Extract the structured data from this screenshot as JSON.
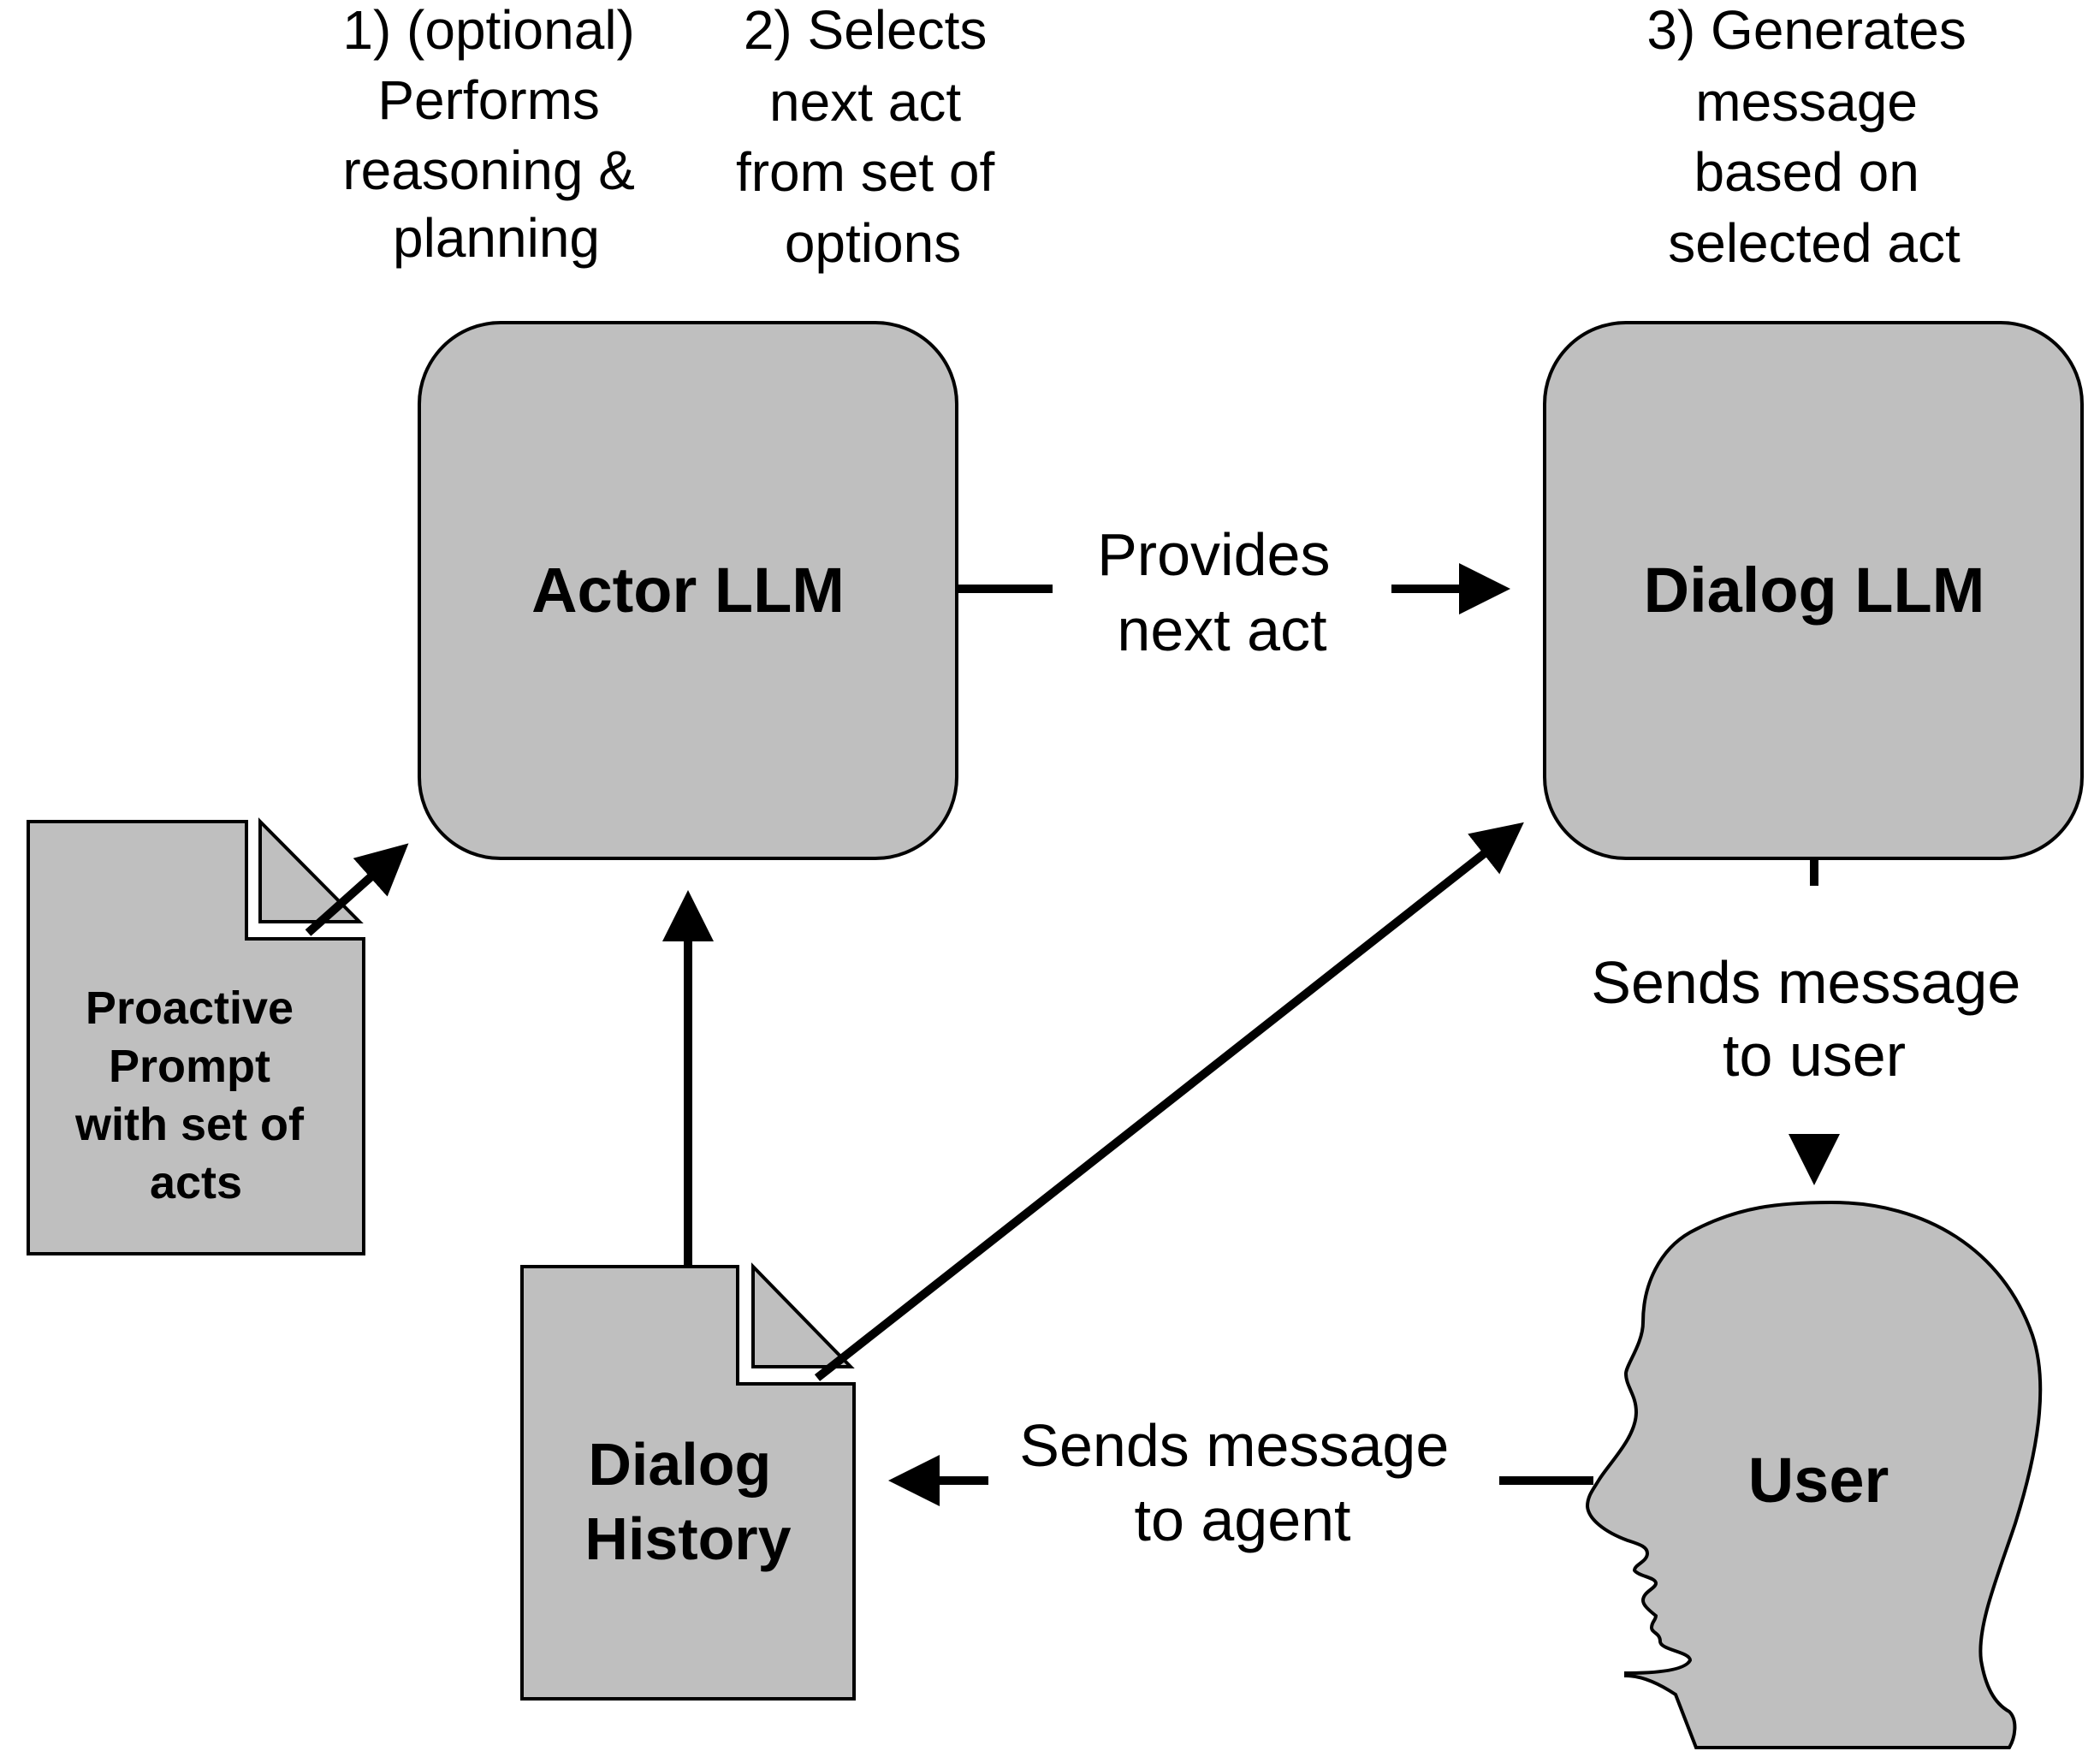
{
  "steps": {
    "step1": [
      "1) (optional)",
      "Performs",
      "reasoning &",
      "planning"
    ],
    "step2": [
      "2) Selects",
      "next act",
      "from set of",
      "options"
    ],
    "step3": [
      "3) Generates",
      "message",
      "based on",
      "selected act"
    ]
  },
  "nodes": {
    "actor_llm": "Actor LLM",
    "dialog_llm": "Dialog LLM",
    "proactive_prompt": [
      "Proactive",
      "Prompt",
      "with set of",
      "acts"
    ],
    "dialog_history": [
      "Dialog",
      "History"
    ],
    "user": "User"
  },
  "edges": {
    "provides_next_act": [
      "Provides",
      "next act"
    ],
    "sends_to_user": [
      "Sends message",
      "to user"
    ],
    "sends_to_agent": [
      "Sends message",
      "to agent"
    ]
  },
  "colors": {
    "node_fill": "#bfbfbf",
    "stroke": "#000000",
    "background": "#ffffff"
  },
  "icons": {
    "document": "document-icon",
    "user": "head-profile-icon"
  }
}
